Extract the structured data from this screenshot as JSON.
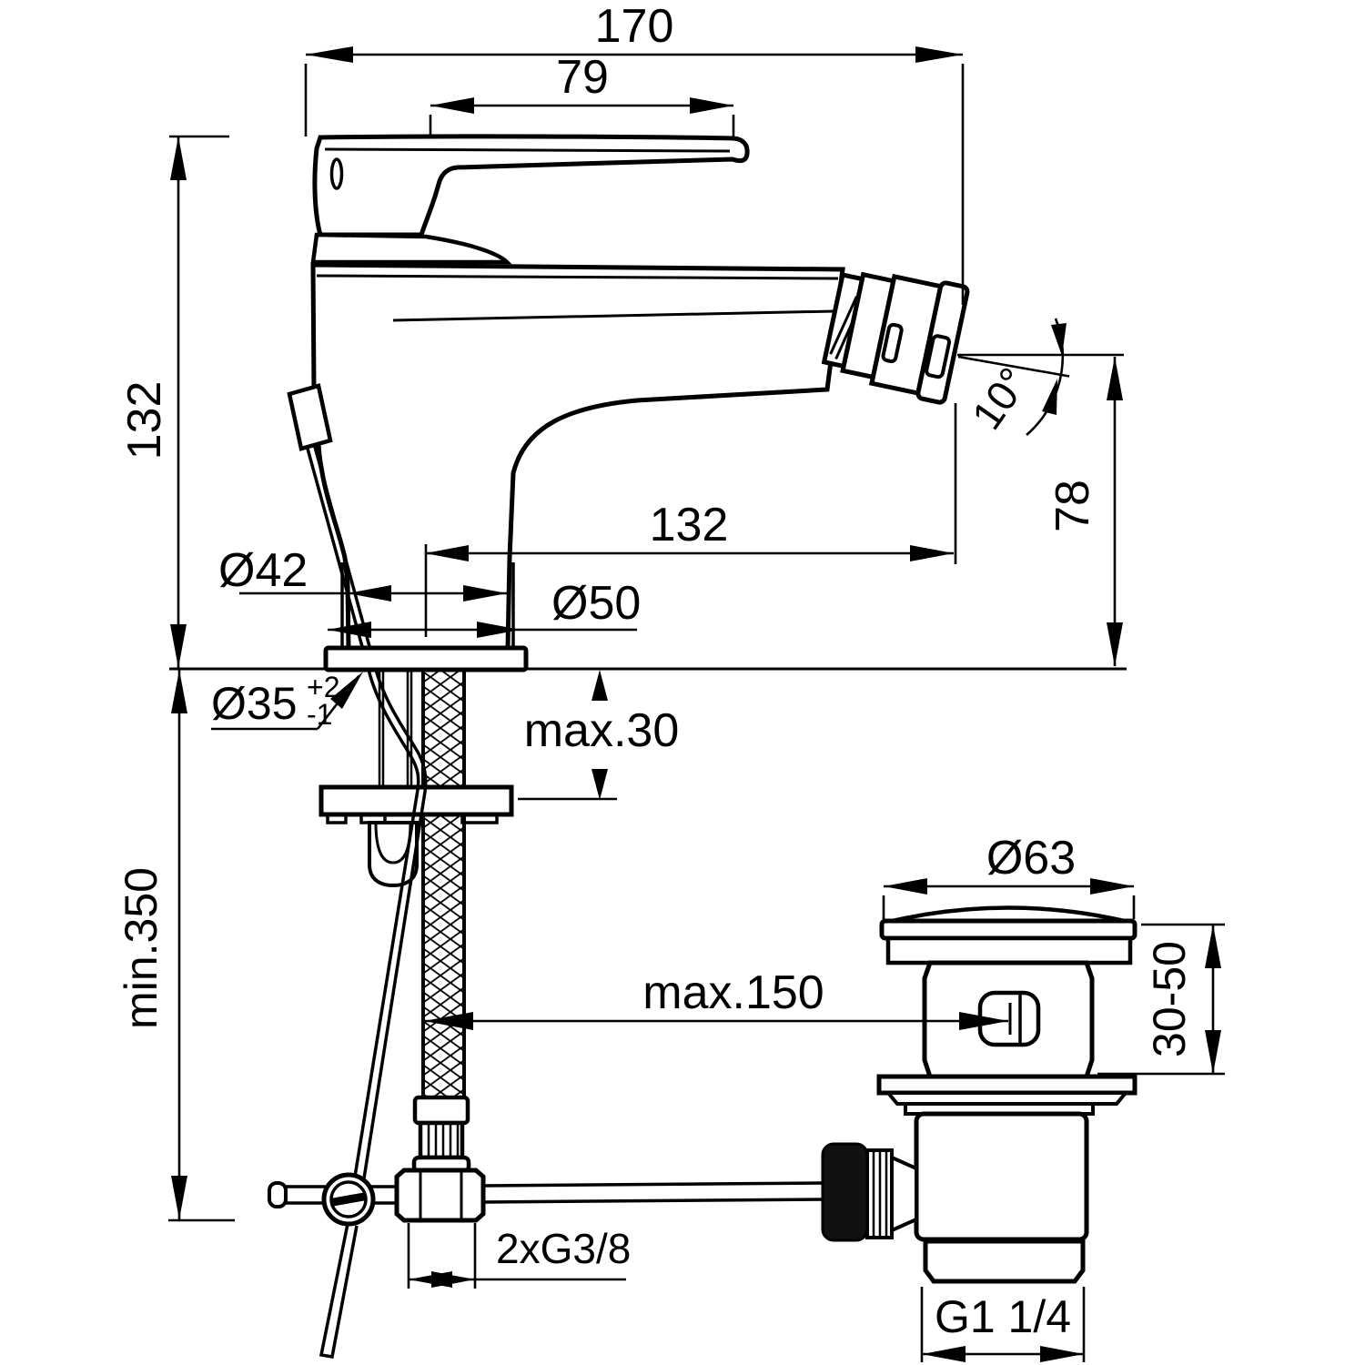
{
  "drawing": {
    "type": "technical-installation-diagram",
    "product": "single-lever bidet mixer with pop-up waste",
    "background_color": "#ffffff",
    "line_color": "#000000",
    "labels": {
      "overall_length": "170",
      "handle_length": "79",
      "height_above_deck": "132",
      "spout_reach": "132",
      "spout_angle": "10°",
      "spout_height": "78",
      "body_diameter": "Ø42",
      "base_diameter": "Ø50",
      "hole_diameter": "Ø35",
      "hole_tol_plus": "+2",
      "hole_tol_minus": "-1",
      "max_deck_thickness": "max.30",
      "min_clearance_below": "min.350",
      "waste_cap_diameter": "Ø63",
      "max_rod_length": "max.150",
      "waste_height_range": "30-50",
      "supply_thread": "2xG3/8",
      "drain_thread": "G1 1/4"
    }
  }
}
